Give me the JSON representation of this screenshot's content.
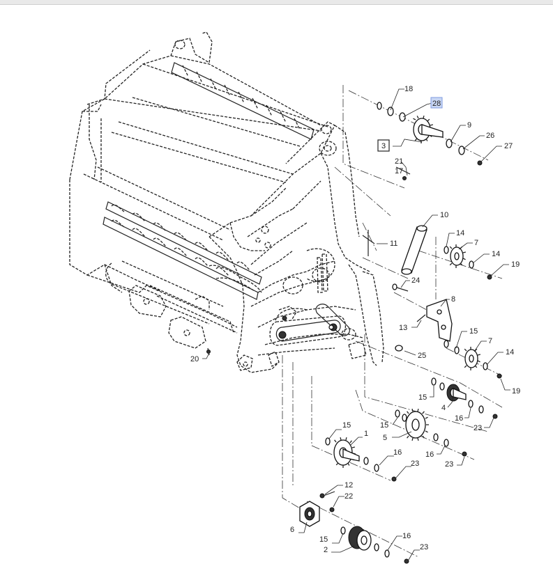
{
  "callouts": [
    {
      "id": "c18",
      "text": "18"
    },
    {
      "id": "c28",
      "text": "28",
      "highlighted": true
    },
    {
      "id": "c3",
      "text": "3",
      "boxed": true
    },
    {
      "id": "c9",
      "text": "9"
    },
    {
      "id": "c26",
      "text": "26"
    },
    {
      "id": "c27",
      "text": "27"
    },
    {
      "id": "c21",
      "text": "21"
    },
    {
      "id": "c17",
      "text": "17"
    },
    {
      "id": "c10",
      "text": "10"
    },
    {
      "id": "c11",
      "text": "11"
    },
    {
      "id": "c14a",
      "text": "14"
    },
    {
      "id": "c7a",
      "text": "7"
    },
    {
      "id": "c14b",
      "text": "14"
    },
    {
      "id": "c19a",
      "text": "19"
    },
    {
      "id": "c24",
      "text": "24"
    },
    {
      "id": "c8",
      "text": "8"
    },
    {
      "id": "c13",
      "text": "13"
    },
    {
      "id": "c15a",
      "text": "15"
    },
    {
      "id": "c7b",
      "text": "7"
    },
    {
      "id": "c14c",
      "text": "14"
    },
    {
      "id": "c25",
      "text": "25"
    },
    {
      "id": "c19b",
      "text": "19"
    },
    {
      "id": "c20",
      "text": "20"
    },
    {
      "id": "c15b",
      "text": "15"
    },
    {
      "id": "c4",
      "text": "4"
    },
    {
      "id": "c16a",
      "text": "16"
    },
    {
      "id": "c23a",
      "text": "23"
    },
    {
      "id": "c15c",
      "text": "15"
    },
    {
      "id": "c5",
      "text": "5"
    },
    {
      "id": "c15d",
      "text": "15"
    },
    {
      "id": "c1",
      "text": "1"
    },
    {
      "id": "c16b",
      "text": "16"
    },
    {
      "id": "c23b",
      "text": "23"
    },
    {
      "id": "c16c",
      "text": "16"
    },
    {
      "id": "c23c",
      "text": "23"
    },
    {
      "id": "c12",
      "text": "12"
    },
    {
      "id": "c22",
      "text": "22"
    },
    {
      "id": "c6",
      "text": "6"
    },
    {
      "id": "c15e",
      "text": "15"
    },
    {
      "id": "c2",
      "text": "2"
    },
    {
      "id": "c16d",
      "text": "16"
    },
    {
      "id": "c23d",
      "text": "23"
    }
  ],
  "colors": {
    "line": "#222222",
    "highlight": "#c9d7f4",
    "highlight_border": "#7f9be0"
  }
}
